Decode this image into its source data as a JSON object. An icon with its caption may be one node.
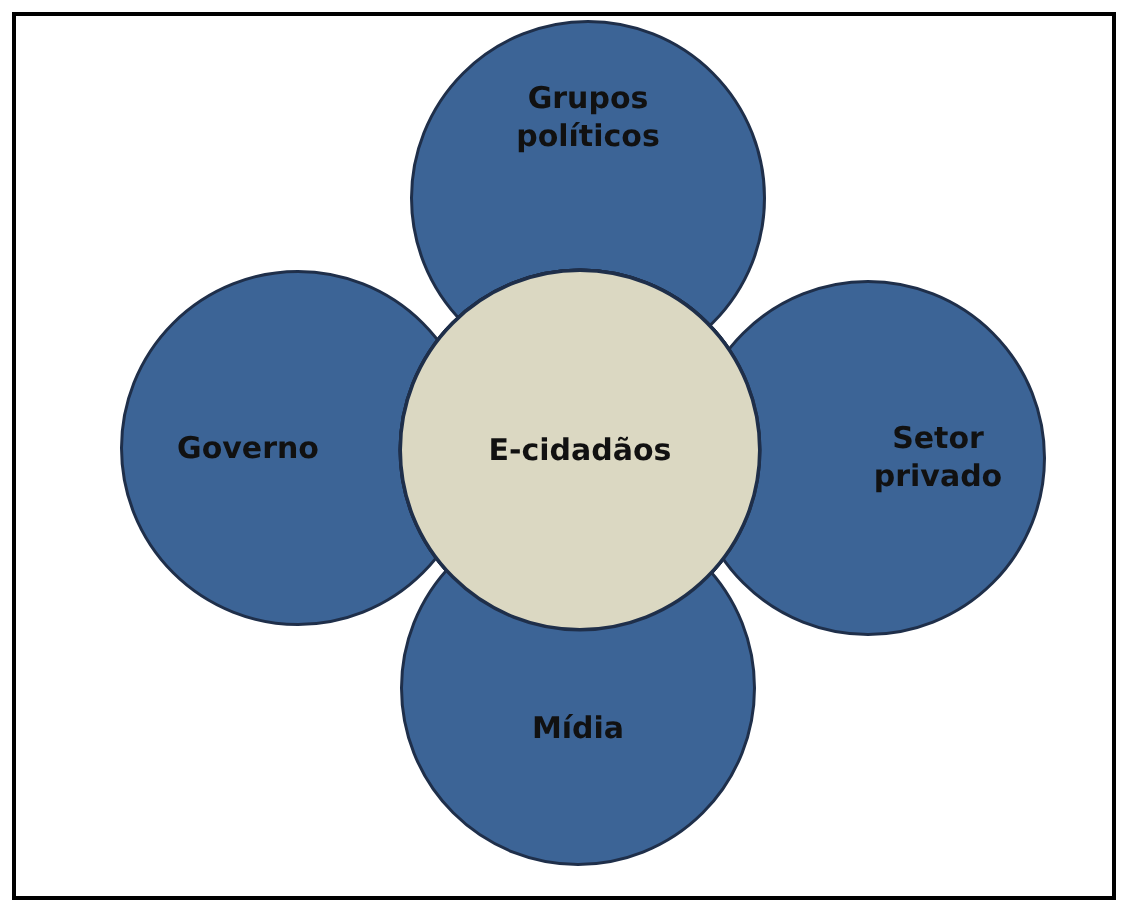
{
  "diagram": {
    "nodes": [
      {
        "text": [
          "Grupos políticos"
        ]
      },
      {
        "text": [
          "Governo"
        ]
      },
      {
        "text": [
          "Setor privado"
        ]
      },
      {
        "text": [
          "Mídia"
        ]
      },
      {
        "text": [
          "E-cidadãos"
        ]
      }
    ],
    "edges": []
  }
}
